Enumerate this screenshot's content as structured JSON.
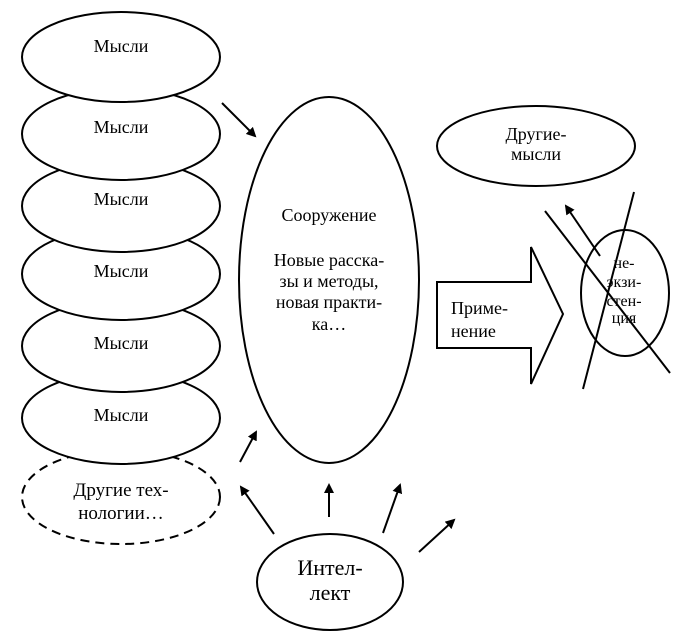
{
  "nodes": {
    "thoughts": [
      "Мысли",
      "Мысли",
      "Мысли",
      "Мысли",
      "Мысли",
      "Мысли"
    ],
    "other_tech": [
      "Другие тех-",
      "нологии…"
    ],
    "construction": {
      "title": "Сооружение",
      "body": [
        "Новые расска-",
        "зы и методы,",
        "новая практи-",
        "ка…"
      ]
    },
    "application": [
      "Приме-",
      "нение"
    ],
    "other_thoughts": [
      "Другие-",
      "мысли"
    ],
    "nonexistence": [
      "не-",
      "экзи-",
      "стен-",
      "ция"
    ],
    "intellect": [
      "Интел-",
      "лект"
    ]
  },
  "colors": {
    "stroke": "#000000",
    "fill": "#ffffff"
  }
}
